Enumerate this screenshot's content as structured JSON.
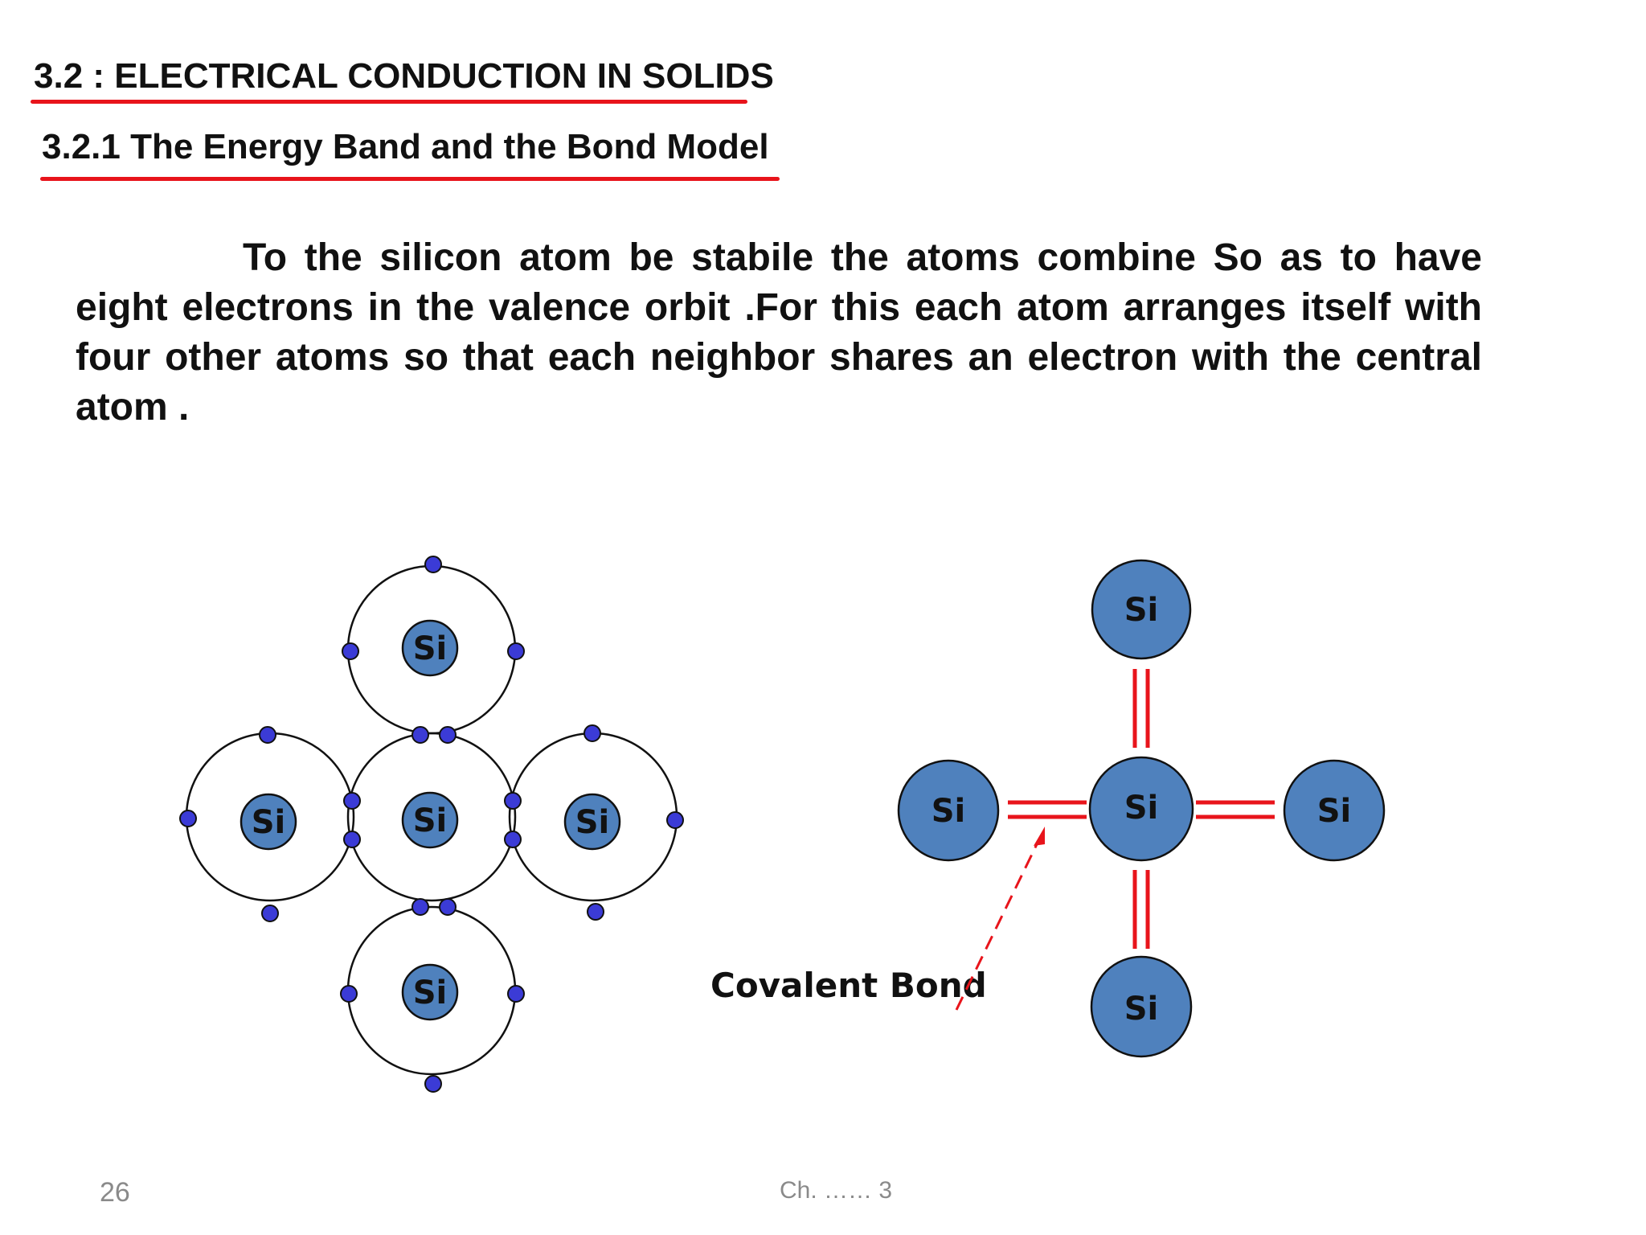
{
  "heading": {
    "main": "3.2 : ELECTRICAL CONDUCTION IN SOLIDS",
    "sub": "3.2.1 The Energy Band and the Bond Model"
  },
  "paragraph": "To the silicon atom be stabile the atoms combine So as to have  eight electrons  in the valence orbit .For this each atom arranges itself with four other atoms so that each neighbor shares an electron with the central atom .",
  "diagram": {
    "atom_label": "Si",
    "covalent_bond_label": "Covalent Bond",
    "colors": {
      "atom_fill": "#4f81bd",
      "electron_fill": "#3b3bd6",
      "bond": "#e8141b",
      "underline": "#e8141b"
    }
  },
  "footer": {
    "page_number": "26",
    "chapter": "Ch. …… 3"
  }
}
